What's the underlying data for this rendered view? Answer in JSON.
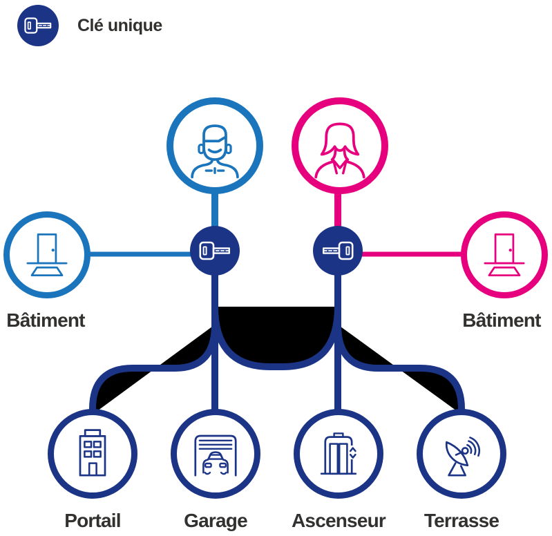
{
  "legend": {
    "label": "Clé unique",
    "icon": "key-icon"
  },
  "colors": {
    "navy": "#1b3486",
    "blue": "#1b75bc",
    "pink": "#e6007e",
    "text": "#32312f",
    "background": "#ffffff"
  },
  "nodes": {
    "man": {
      "icon": "man-icon",
      "color": "blue"
    },
    "woman": {
      "icon": "woman-icon",
      "color": "pink"
    },
    "key_left": {
      "icon": "key-icon",
      "color": "navy"
    },
    "key_right": {
      "icon": "key-icon",
      "color": "navy"
    },
    "building_left": {
      "label": "Bâtiment",
      "icon": "door-icon",
      "color": "blue"
    },
    "building_right": {
      "label": "Bâtiment",
      "icon": "door-icon",
      "color": "pink"
    },
    "portail": {
      "label": "Portail",
      "icon": "building-icon",
      "color": "navy"
    },
    "garage": {
      "label": "Garage",
      "icon": "garage-icon",
      "color": "navy"
    },
    "ascenseur": {
      "label": "Ascenseur",
      "icon": "elevator-icon",
      "color": "navy"
    },
    "terrasse": {
      "label": "Terrasse",
      "icon": "satellite-dish-icon",
      "color": "navy"
    }
  }
}
